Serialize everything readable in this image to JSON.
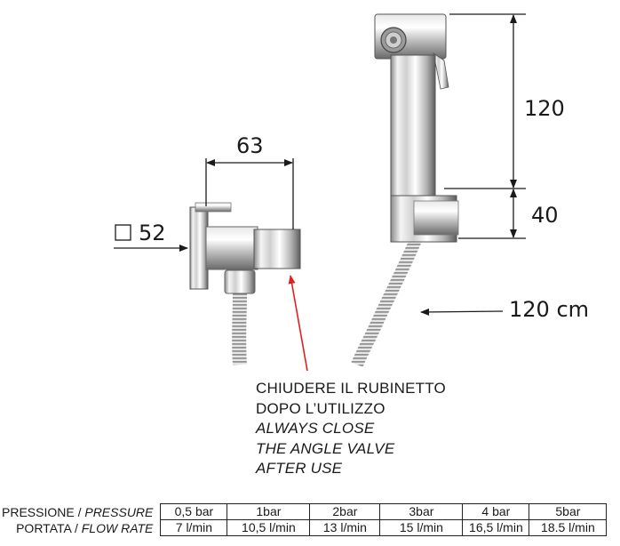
{
  "dimensions": {
    "width_valve": "63",
    "square_plate": "52",
    "handset_height": "120",
    "holder_height": "40",
    "hose_length": "120 cm"
  },
  "notice": {
    "line1": "CHIUDERE IL RUBINETTO",
    "line2": "DOPO L’UTILIZZO",
    "line3": "ALWAYS CLOSE",
    "line4": "THE ANGLE VALVE",
    "line5": "AFTER USE"
  },
  "specs": {
    "pressure_label_it": "PRESSIONE /",
    "pressure_label_en": "PRESSURE",
    "flow_label_it": "PORTATA /",
    "flow_label_en": "FLOW RATE",
    "pressure": [
      "0,5 bar",
      "1bar",
      "2bar",
      "3bar",
      "4 bar",
      "5bar"
    ],
    "flow": [
      "7 l/min",
      "10,5 l/min",
      "13 l/min",
      "15 l/min",
      "16,5 l/min",
      "18.5 l/min"
    ]
  },
  "colors": {
    "arrow_red": "#e02020",
    "chrome_dark": "#6e6e6e",
    "chrome_light": "#f2f2f2"
  }
}
